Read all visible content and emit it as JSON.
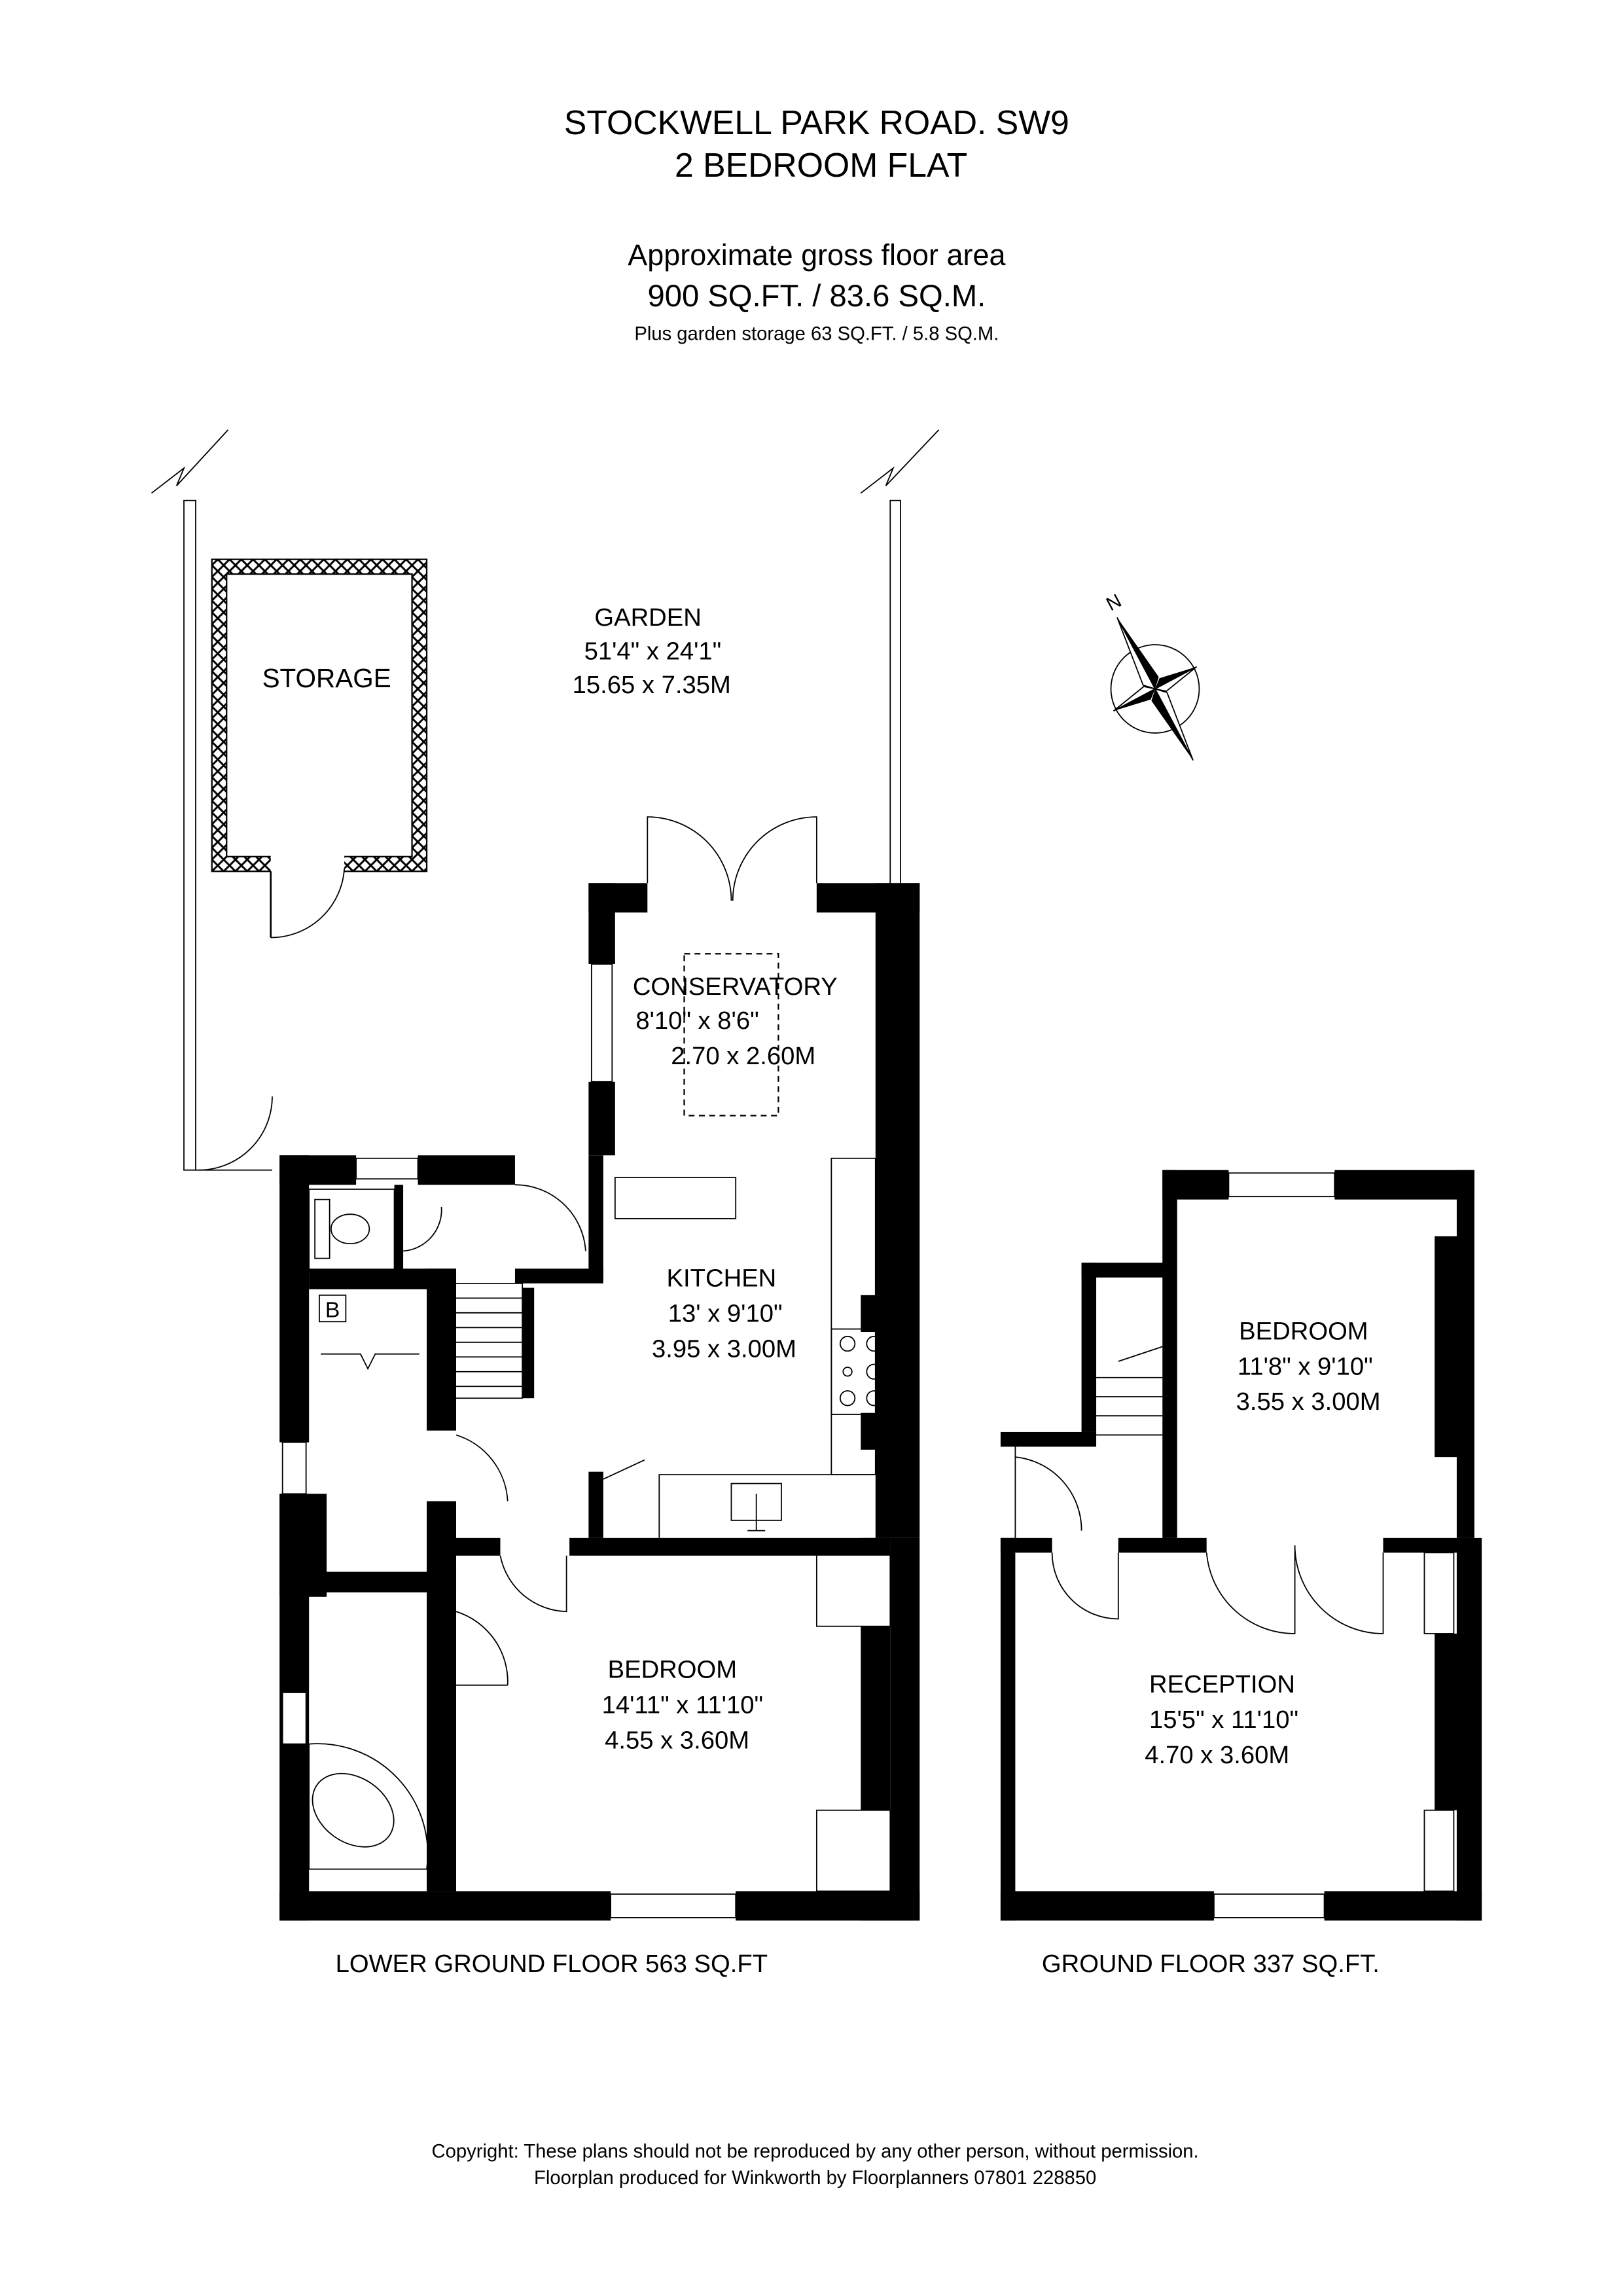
{
  "header": {
    "title": "STOCKWELL PARK ROAD. SW9",
    "subtitle": "2 BEDROOM FLAT",
    "area_label": "Approximate gross floor area",
    "area_value": "900 SQ.FT. / 83.6 SQ.M.",
    "storage_note": "Plus garden storage 63 SQ.FT. / 5.8 SQ.M."
  },
  "rooms": {
    "garden": {
      "name": "GARDEN",
      "imperial": "51'4\" x 24'1\"",
      "metric": "15.65 x 7.35M"
    },
    "storage": {
      "name": "STORAGE"
    },
    "conservatory": {
      "name": "CONSERVATORY",
      "imperial": "8'10\" x 8'6\"",
      "metric": "2.70 x 2.60M"
    },
    "kitchen": {
      "name": "KITCHEN",
      "imperial": "13' x 9'10\"",
      "metric": "3.95 x 3.00M"
    },
    "bedroom_lower": {
      "name": "BEDROOM",
      "imperial": "14'11\" x 11'10\"",
      "metric": "4.55 x 3.60M"
    },
    "bedroom_ground": {
      "name": "BEDROOM",
      "imperial": "11'8\" x 9'10\"",
      "metric": "3.55 x 3.00M"
    },
    "reception": {
      "name": "RECEPTION",
      "imperial": "15'5\" x 11'10\"",
      "metric": "4.70 x 3.60M"
    },
    "boiler": {
      "name": "B"
    }
  },
  "floors": {
    "lower": "LOWER GROUND FLOOR 563 SQ.FT",
    "ground": "GROUND FLOOR  337 SQ.FT."
  },
  "compass": {
    "label": "N",
    "icon": "compass-rose-icon"
  },
  "footer": {
    "copyright": "Copyright: These plans should not be reproduced by any other person, without permission.",
    "credit": "Floorplan produced for Winkworth by Floorplanners 07801 228850"
  }
}
